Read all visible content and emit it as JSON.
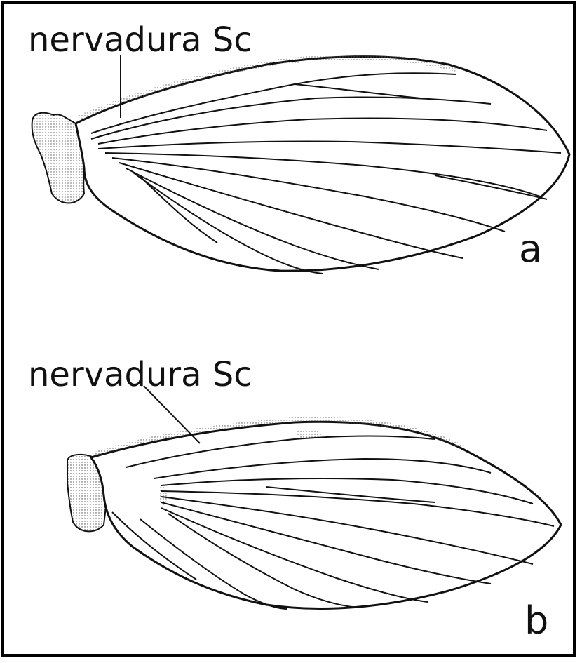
{
  "figure": {
    "panels": [
      {
        "id": "a",
        "letter": "a",
        "vein_label": "nervadura Sc"
      },
      {
        "id": "b",
        "letter": "b",
        "vein_label": "nervadura Sc"
      }
    ],
    "colors": {
      "ink": "#111111",
      "stipple": "#555555",
      "background": "#ffffff"
    }
  }
}
